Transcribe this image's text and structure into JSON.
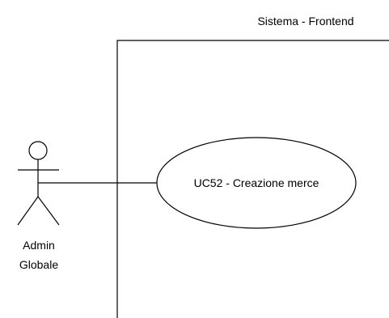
{
  "system_boundary": {
    "label": "Sistema - Frontend"
  },
  "actor": {
    "name_line1": "Admin",
    "name_line2": "Globale"
  },
  "use_case": {
    "label": "UC52 - Creazione merce"
  },
  "colors": {
    "stroke": "#000000",
    "background": "#ffffff"
  }
}
